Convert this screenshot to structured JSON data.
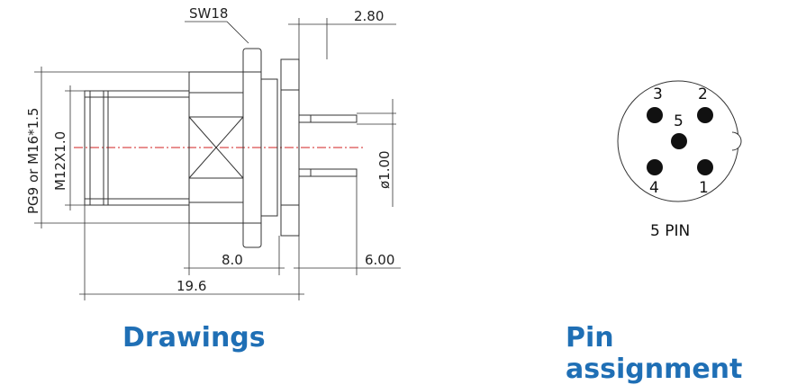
{
  "drawing": {
    "wrench_size": "SW18",
    "dim_flange": "2.80",
    "dim_pin_dia": "ø1.00",
    "dim_body": "8.0",
    "dim_pins": "6.00",
    "dim_total": "19.6",
    "thread_outer": "PG9  or  M16*1.5",
    "thread_inner": "M12X1.0"
  },
  "pin_diagram": {
    "pins": [
      "1",
      "2",
      "3",
      "4",
      "5"
    ],
    "label": "5 PIN"
  },
  "captions": {
    "drawings": "Drawings",
    "pin_assignment": "Pin assignment"
  },
  "colors": {
    "line": "#333333",
    "centerline": "#d02020",
    "caption": "#1f6fb5"
  }
}
